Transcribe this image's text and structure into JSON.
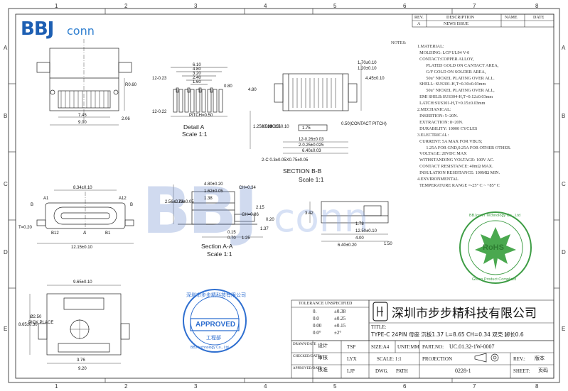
{
  "zones": {
    "top": [
      "1",
      "2",
      "3",
      "4",
      "5",
      "6",
      "7",
      "8"
    ],
    "side": [
      "A",
      "B",
      "C",
      "D",
      "E"
    ]
  },
  "logo": {
    "main": "BBJ",
    "sub": "conn"
  },
  "watermark": {
    "main": "BBJ",
    "sub": "conn"
  },
  "revision": {
    "headers": [
      "REV.",
      "DESCRIPTION",
      "NAME",
      "DATE"
    ],
    "row": [
      "A",
      "NEWS ISSUE",
      "",
      ""
    ]
  },
  "notes": {
    "label": "NOTES:",
    "lines": [
      "1.MATERIAL:",
      "  MOLDING: LCP UL94 V-0",
      "  CONTACT:COPPER ALLOY,",
      "        PLATED GOLD ON CANTACT AREA,",
      "        G/F GOLD ON SOLDER AREA,",
      "        50u\" NICKEL PLATING OVER ALL.",
      "  SHELL: SUS301-H,T=0.30±0.03mm",
      "        50u\" NICKEL PLATING OVER ALL,",
      "  EMI SHILB:SUS304-H,T=0.12±0.03mm",
      "  LATCH:SUS301-H,T=0.15±0.03mm",
      "2.MECHANICAL:",
      "  INSERTION: 5~20N.",
      "  EXTRACTION: 8~20N.",
      "  DURABILITY: 10000 CYCLES",
      "3.ELECTRICAL:",
      "  CURRENT: 5A MAX FOR VBUS;",
      "        1.25A FOR GND,0.25A FOR OTHER OTHER.",
      "  VOLTAGE: 20VDC MAX",
      "  WITHSTANDING VOLTAGE: 100V AC.",
      "  CONTACT RESISTANCE: 40mΩ MAX.",
      "  INSULATION RESISTANCE: 100MΩ MIN.",
      "4.ENVIRONMENTAL",
      "  TEMPERATURE RANGE =-25° C ~ +85° C"
    ]
  },
  "views": {
    "detail": {
      "title": "Detail A",
      "scale": "Scale 1:1"
    },
    "section_bb": {
      "title": "SECTION B-B",
      "scale": "Scale 1:1"
    },
    "section_aa": {
      "title": "Section A-A",
      "scale": "Scale 1:1"
    }
  },
  "dims": {
    "top_view": [
      "7.45",
      "9.00",
      "R0.60",
      "2.06"
    ],
    "detail": [
      "6.10",
      "4.80",
      "3.20",
      "2.40",
      "1.60",
      "0.80",
      "12-0.23",
      "12-0.22",
      "PITCH=0.50"
    ],
    "section_bb": [
      "1.70±0.10",
      "1.20±0.10",
      "4.45±0.10",
      "4.80",
      "1.25±0.10",
      "0.50±0.15",
      "0.35±0.10",
      "1.75",
      "0.50(CONTACT PITCH)",
      "12-0.26±0.03",
      "2-0.25±0.025",
      "6.40±0.03",
      "2-C 0.3±0.05X0.75±0.05"
    ],
    "front": [
      "8.34±0.10",
      "A1",
      "A12",
      "B",
      "B",
      "T=0.20",
      "B12",
      "A",
      "B1",
      "12.15±0.10"
    ],
    "section_aa": [
      "2.56±0.04",
      "1.72±0.05",
      "4.80±0.20",
      "1.62±0.05",
      "1.38",
      "CH=0.34",
      "0.20",
      "0.15",
      "0.70",
      "1.25",
      "1.37",
      "CH=0.86",
      "2.15"
    ],
    "side": [
      "3.42",
      "1.78",
      "12.50±0.10",
      "4.00",
      "1.50",
      "6.40±0.20"
    ],
    "bottom": [
      "9.65±0.10",
      "8.65±0.30",
      "Ø2.50",
      "PICK PLACE",
      "3.76",
      "9.20"
    ]
  },
  "stamps": {
    "approved": {
      "ring": "深圳市步步精科技有限公司",
      "center": "APPROVED",
      "bottom": "工程部",
      "outer": "BBJ technology Co., Ltd"
    },
    "rohs": {
      "center": "RoHS",
      "ring_top": "BBJconn Technology Co., Ltd",
      "ring_bottom": "Green Product Compliant"
    }
  },
  "tolerance": {
    "title": "TOLERANCE UNSPECIFIED",
    "rows": [
      [
        "0.",
        "±0.38"
      ],
      [
        "0.0",
        "±0.25"
      ],
      [
        "0.00",
        "±0.15"
      ],
      [
        "0.0°",
        "±2°"
      ]
    ]
  },
  "title_block": {
    "company": "深圳市步步精科技有限公司",
    "title_label": "TITLE:",
    "title_value": "TYPE-C 24PIN 母座 沉板1.37 L=8.65 CH=0.34 双壳 脚长0.6",
    "drawn_label": "DRAWN/DATE",
    "drawn_cn": "设计",
    "drawn_name": "TSP",
    "checked_label": "CHECKED/DATE",
    "checked_cn": "审核",
    "checked_name": "LYX",
    "approved_label": "APPROVED/DATE",
    "approved_cn": "核准",
    "approved_name": "LJP",
    "size": "SIZE:A4",
    "unit": "UNIT:MM",
    "part_label": "PART.NO:",
    "part_no": "UC.01.32-1W-0007",
    "scale": "SCALE: 1:1",
    "projection": "PROJECTION",
    "rev_label": "REV.:",
    "rev_value": "版本",
    "dwg": "DWG.",
    "path": "PATH",
    "dwg_no": "0228-1",
    "sheet_label": "SHEET:",
    "sheet_value": "页码"
  },
  "colors": {
    "line": "#1a1a1a",
    "blue": "#1d5fb3",
    "green": "#3e9d45",
    "stamp_blue": "#2f6fd0"
  }
}
